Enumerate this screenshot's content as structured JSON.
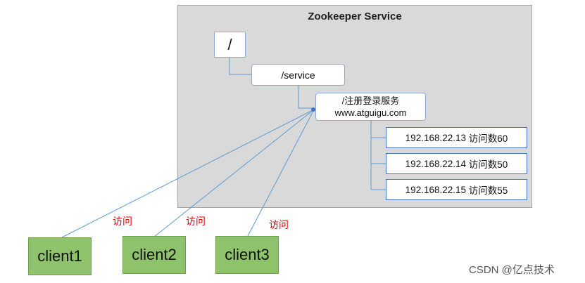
{
  "title": "Zookeeper Service",
  "tree": {
    "root": "/",
    "service": "/service",
    "login": {
      "line1": "/注册登录服务",
      "line2": "www.atguigu.com"
    }
  },
  "servers": [
    {
      "ip": "192.168.22.13",
      "visits": "访问数60"
    },
    {
      "ip": "192.168.22.14",
      "visits": "访问数50"
    },
    {
      "ip": "192.168.22.15",
      "visits": "访问数55"
    }
  ],
  "clients": [
    {
      "name": "client1",
      "edge_label": "访问"
    },
    {
      "name": "client2",
      "edge_label": "访问"
    },
    {
      "name": "client3",
      "edge_label": "访问"
    }
  ],
  "watermark": "CSDN @亿点技术",
  "colors": {
    "panel": "#d9d9d9",
    "client_fill": "#8fc36b",
    "edge_line": "#5b9bd5",
    "label_red": "#e00000"
  }
}
